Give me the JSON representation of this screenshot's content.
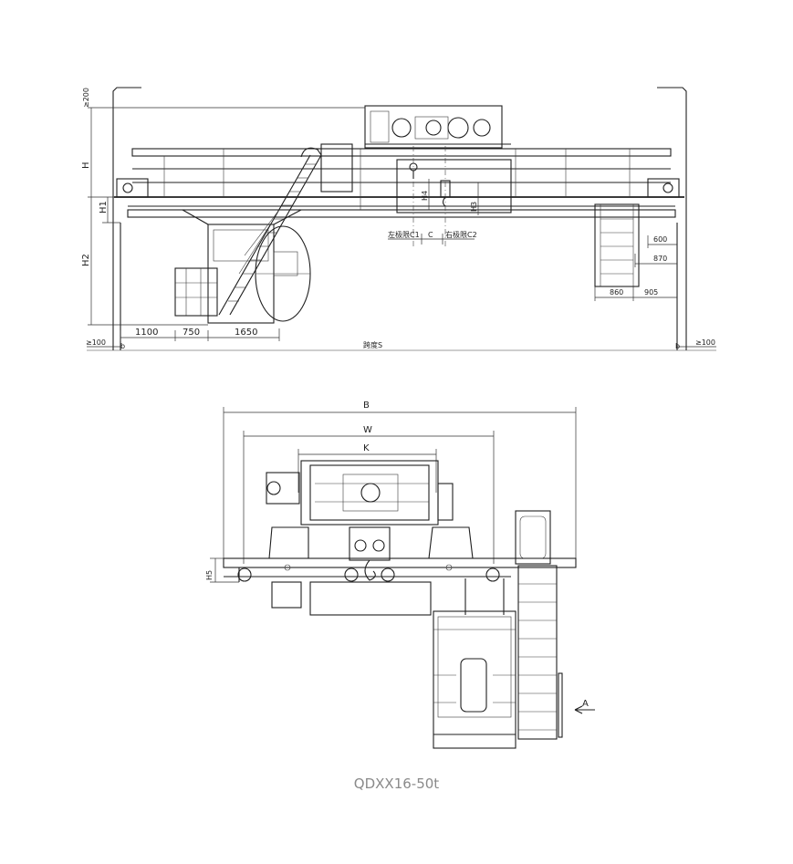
{
  "caption": "QDXX16-50t",
  "elevation": {
    "left_clearance": "≥100",
    "right_clearance": "≥100",
    "top_clearance": "≥200",
    "span": "跨度S",
    "h": "H",
    "h1": "H1",
    "h2": "H2",
    "h3": "H3",
    "h4": "H4",
    "c": "C",
    "c1": "左极限C1",
    "c2": "右极限C2",
    "dim_1100": "1100",
    "dim_750": "750",
    "dim_1650": "1650",
    "dim_600": "600",
    "dim_870": "870",
    "dim_860": "860",
    "dim_905": "905",
    "b_left": "b",
    "b_right": "b"
  },
  "side_view": {
    "b": "B",
    "w": "W",
    "k": "K",
    "h5": "H5",
    "view_a": "A"
  }
}
